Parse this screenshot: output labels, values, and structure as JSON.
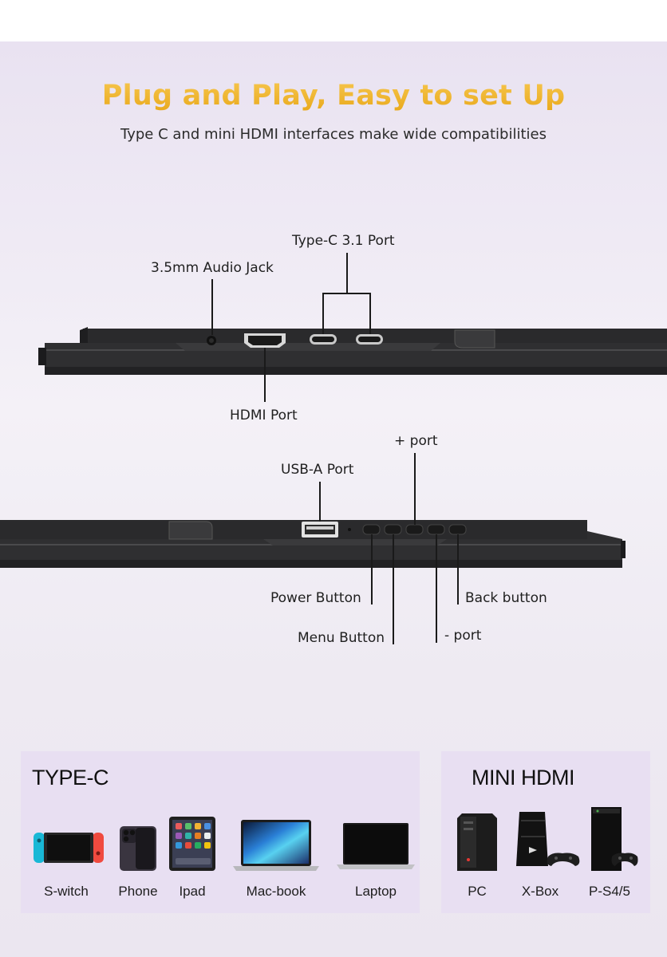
{
  "header": {
    "title": "Plug and Play, Easy to set Up",
    "subtitle": "Type C and mini HDMI interfaces make wide compatibilities"
  },
  "top_view": {
    "callouts": {
      "audio_jack": "3.5mm Audio Jack",
      "type_c": "Type-C 3.1 Port",
      "hdmi": "HDMI Port"
    }
  },
  "bottom_view": {
    "callouts": {
      "usb_a": "USB-A Port",
      "plus_port": "+ port",
      "power": "Power Button",
      "menu": "Menu Button",
      "minus_port": "- port",
      "back": "Back button"
    }
  },
  "type_c_panel": {
    "title": "TYPE-C",
    "devices": [
      {
        "label": "S-witch",
        "icon": "game-console-icon"
      },
      {
        "label": "Phone",
        "icon": "phone-icon"
      },
      {
        "label": "Ipad",
        "icon": "tablet-icon"
      },
      {
        "label": "Mac-book",
        "icon": "laptop-icon"
      },
      {
        "label": "Laptop",
        "icon": "laptop-icon"
      }
    ]
  },
  "hdmi_panel": {
    "title": "MINI HDMI",
    "devices": [
      {
        "label": "PC",
        "icon": "desktop-tower-icon"
      },
      {
        "label": "X-Box",
        "icon": "console-icon"
      },
      {
        "label": "P-S4/5",
        "icon": "console-icon"
      }
    ]
  },
  "colors": {
    "headline": "#f0b830",
    "panel_bg": "#e8dff2",
    "device_body": "#2b2b2d"
  }
}
